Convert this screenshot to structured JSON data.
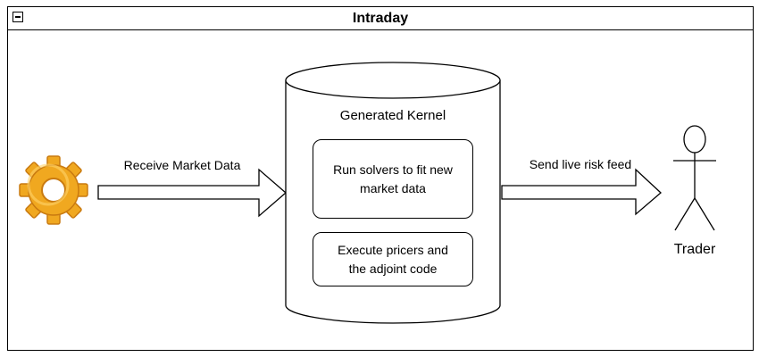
{
  "container": {
    "title": "Intraday"
  },
  "edges": {
    "receive_label": "Receive Market Data",
    "send_label": "Send live risk feed"
  },
  "kernel": {
    "title": "Generated Kernel",
    "step1": "Run solvers to fit new\nmarket data",
    "step2": "Execute pricers and\nthe adjoint code"
  },
  "actor": {
    "label": "Trader"
  },
  "icons": {
    "source": "gear-icon",
    "actor": "stick-figure-icon"
  },
  "colors": {
    "gear": "#f0a820",
    "gear_dark": "#c97a10",
    "line": "#000000"
  }
}
